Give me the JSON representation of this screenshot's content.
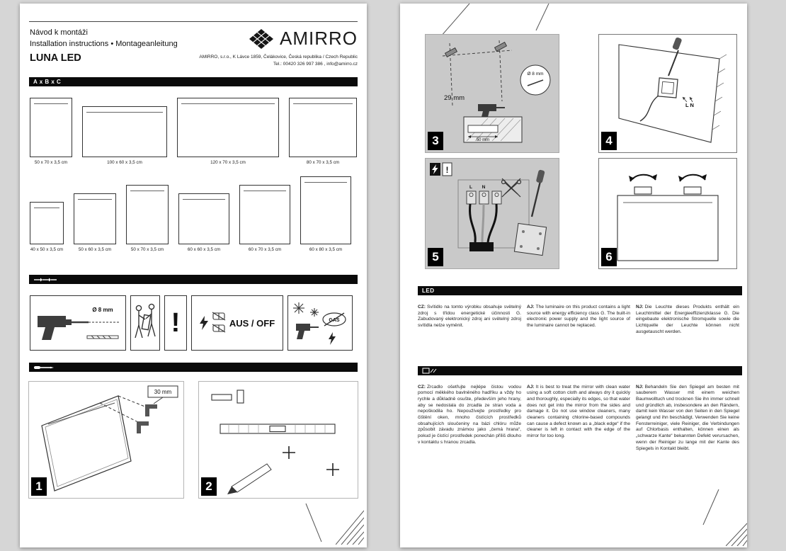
{
  "page1": {
    "header": {
      "title_cz": "Návod k montáži",
      "title_en_de": "Installation instructions • Montageanleitung",
      "product": "LUNA LED",
      "brand": "AMIRRO",
      "address": "AMIRRO, s.r.o., K Lávce 1859, Čelákovice, Česká republika / Czech Republic",
      "contact": "Tel.: 00420 326 997 386 , info@amirro.cz"
    },
    "dimensions_bar": "A x B x C",
    "sizes_row1": [
      "50 x 70 x 3,5 cm",
      "100 x 60 x 3,5 cm",
      "120 x 70 x 3,5 cm",
      "80 x 70 x 3,5 cm"
    ],
    "sizes_row2": [
      "40 x 50 x 3,5 cm",
      "50 x 60 x 3,5 cm",
      "50 x 70 x 3,5 cm",
      "60 x 60 x 3,5 cm",
      "60 x 70 x 3,5 cm",
      "60 x 80 x 3,5 cm"
    ],
    "warnings": {
      "drill_diameter": "Ø 8 mm",
      "exclamation": "!",
      "power_off": "AUS / OFF",
      "gas": "GAS"
    },
    "steps": {
      "step1_number": "1",
      "step1_note": "30 mm",
      "step2_number": "2"
    }
  },
  "page2": {
    "steps": {
      "step3_number": "3",
      "step3_depth": "29 mm",
      "step3_diameter": "Ø 8 mm",
      "step3_screw": "50 mm",
      "step4_number": "4",
      "step4_terminals": "L N",
      "step5_number": "5",
      "step5_warning": "!",
      "step5_l": "L",
      "step5_n": "N",
      "step6_number": "6"
    },
    "led_section": {
      "bar": "LED",
      "cz_prefix": "CZ:",
      "cz_text": "Svítidlo na tomto výrobku obsahuje světelný zdroj s třídou energetické účinnosti G. Zabudovaný elektronický zdroj ani světelný zdroj svítidla nelze vyměnit.",
      "en_prefix": "AJ:",
      "en_text": "The luminaire on this product contains a light source with energy efficiency class G. The built-in electronic power supply and the light source of the luminaire cannot be replaced.",
      "de_prefix": "NJ:",
      "de_text": "Die Leuchte dieses Produkts enthält ein Leuchtmittel der Energieeffizienzklasse G. Die eingebaute elektronische Stromquelle sowie die Lichtquelle der Leuchte können nicht ausgetauscht werden."
    },
    "care_section": {
      "cz_prefix": "CZ:",
      "cz_text": "Zrcadlo ošetřujte nejlépe čistou vodou pomocí měkkého bavlněného hadříku a vždy ho rychle a důkladně osušte, především jeho hrany, aby se nedostala do zrcadla ze stran voda a nepoškodila ho. Nepoužívejte prostředky pro čištění oken, mnoho čistících prostředků obsahujících sloučeniny na bázi chlóru může způsobit závadu známou jako „černá hrana“, pokud je čistící prostředek ponechán příliš dlouho v kontaktu s hranou zrcadla.",
      "en_prefix": "AJ:",
      "en_text": "It is best to treat the mirror with clean water using a soft cotton cloth and always dry it quickly and thoroughly, especially its edges, so that water does not get into the mirror from the sides and damage it. Do not use window cleaners, many cleaners containing chlorine-based compounds can cause a defect known as a „black edge“ if the cleaner is left in contact with the edge of the mirror for too long.",
      "de_prefix": "NJ:",
      "de_text": "Behandeln Sie den Spiegel am besten mit sauberem Wasser mit einem weichen Baumwolltuch und trocknen Sie ihn immer schnell und gründlich ab, insbesondere an den Rändern, damit kein Wasser von den Seiten in den Spiegel gelangt und ihn beschädigt. Verwenden Sie keine Fensterreiniger, viele Reiniger, die Verbindungen auf Chlorbasis enthalten, können einen als „schwarze Kante“ bekannten Defekt verursachen, wenn der Reiniger zu lange mit der Kante des Spiegels in Kontakt bleibt."
    }
  }
}
